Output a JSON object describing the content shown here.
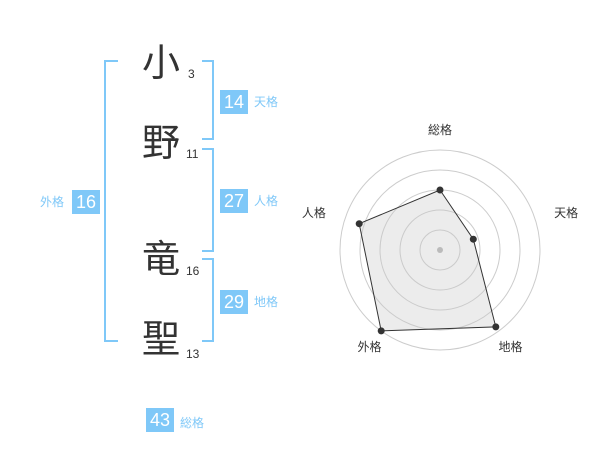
{
  "name": {
    "characters": [
      {
        "char": "小",
        "strokes": "3"
      },
      {
        "char": "野",
        "strokes": "11"
      },
      {
        "char": "竜",
        "strokes": "16"
      },
      {
        "char": "聖",
        "strokes": "13"
      }
    ]
  },
  "kaku": {
    "tenkaku": {
      "value": "14",
      "label": "天格"
    },
    "jinkaku": {
      "value": "27",
      "label": "人格"
    },
    "chikaku": {
      "value": "29",
      "label": "地格"
    },
    "gaikaku": {
      "value": "16",
      "label": "外格"
    },
    "soukaku": {
      "value": "43",
      "label": "総格"
    }
  },
  "colors": {
    "accent": "#7fc8f8",
    "text": "#333333"
  },
  "chart_data": {
    "type": "radar",
    "axes": [
      "総格",
      "天格",
      "地格",
      "外格",
      "人格"
    ],
    "rings": 5,
    "values": [
      0.6,
      0.35,
      0.95,
      1.0,
      0.85
    ]
  }
}
